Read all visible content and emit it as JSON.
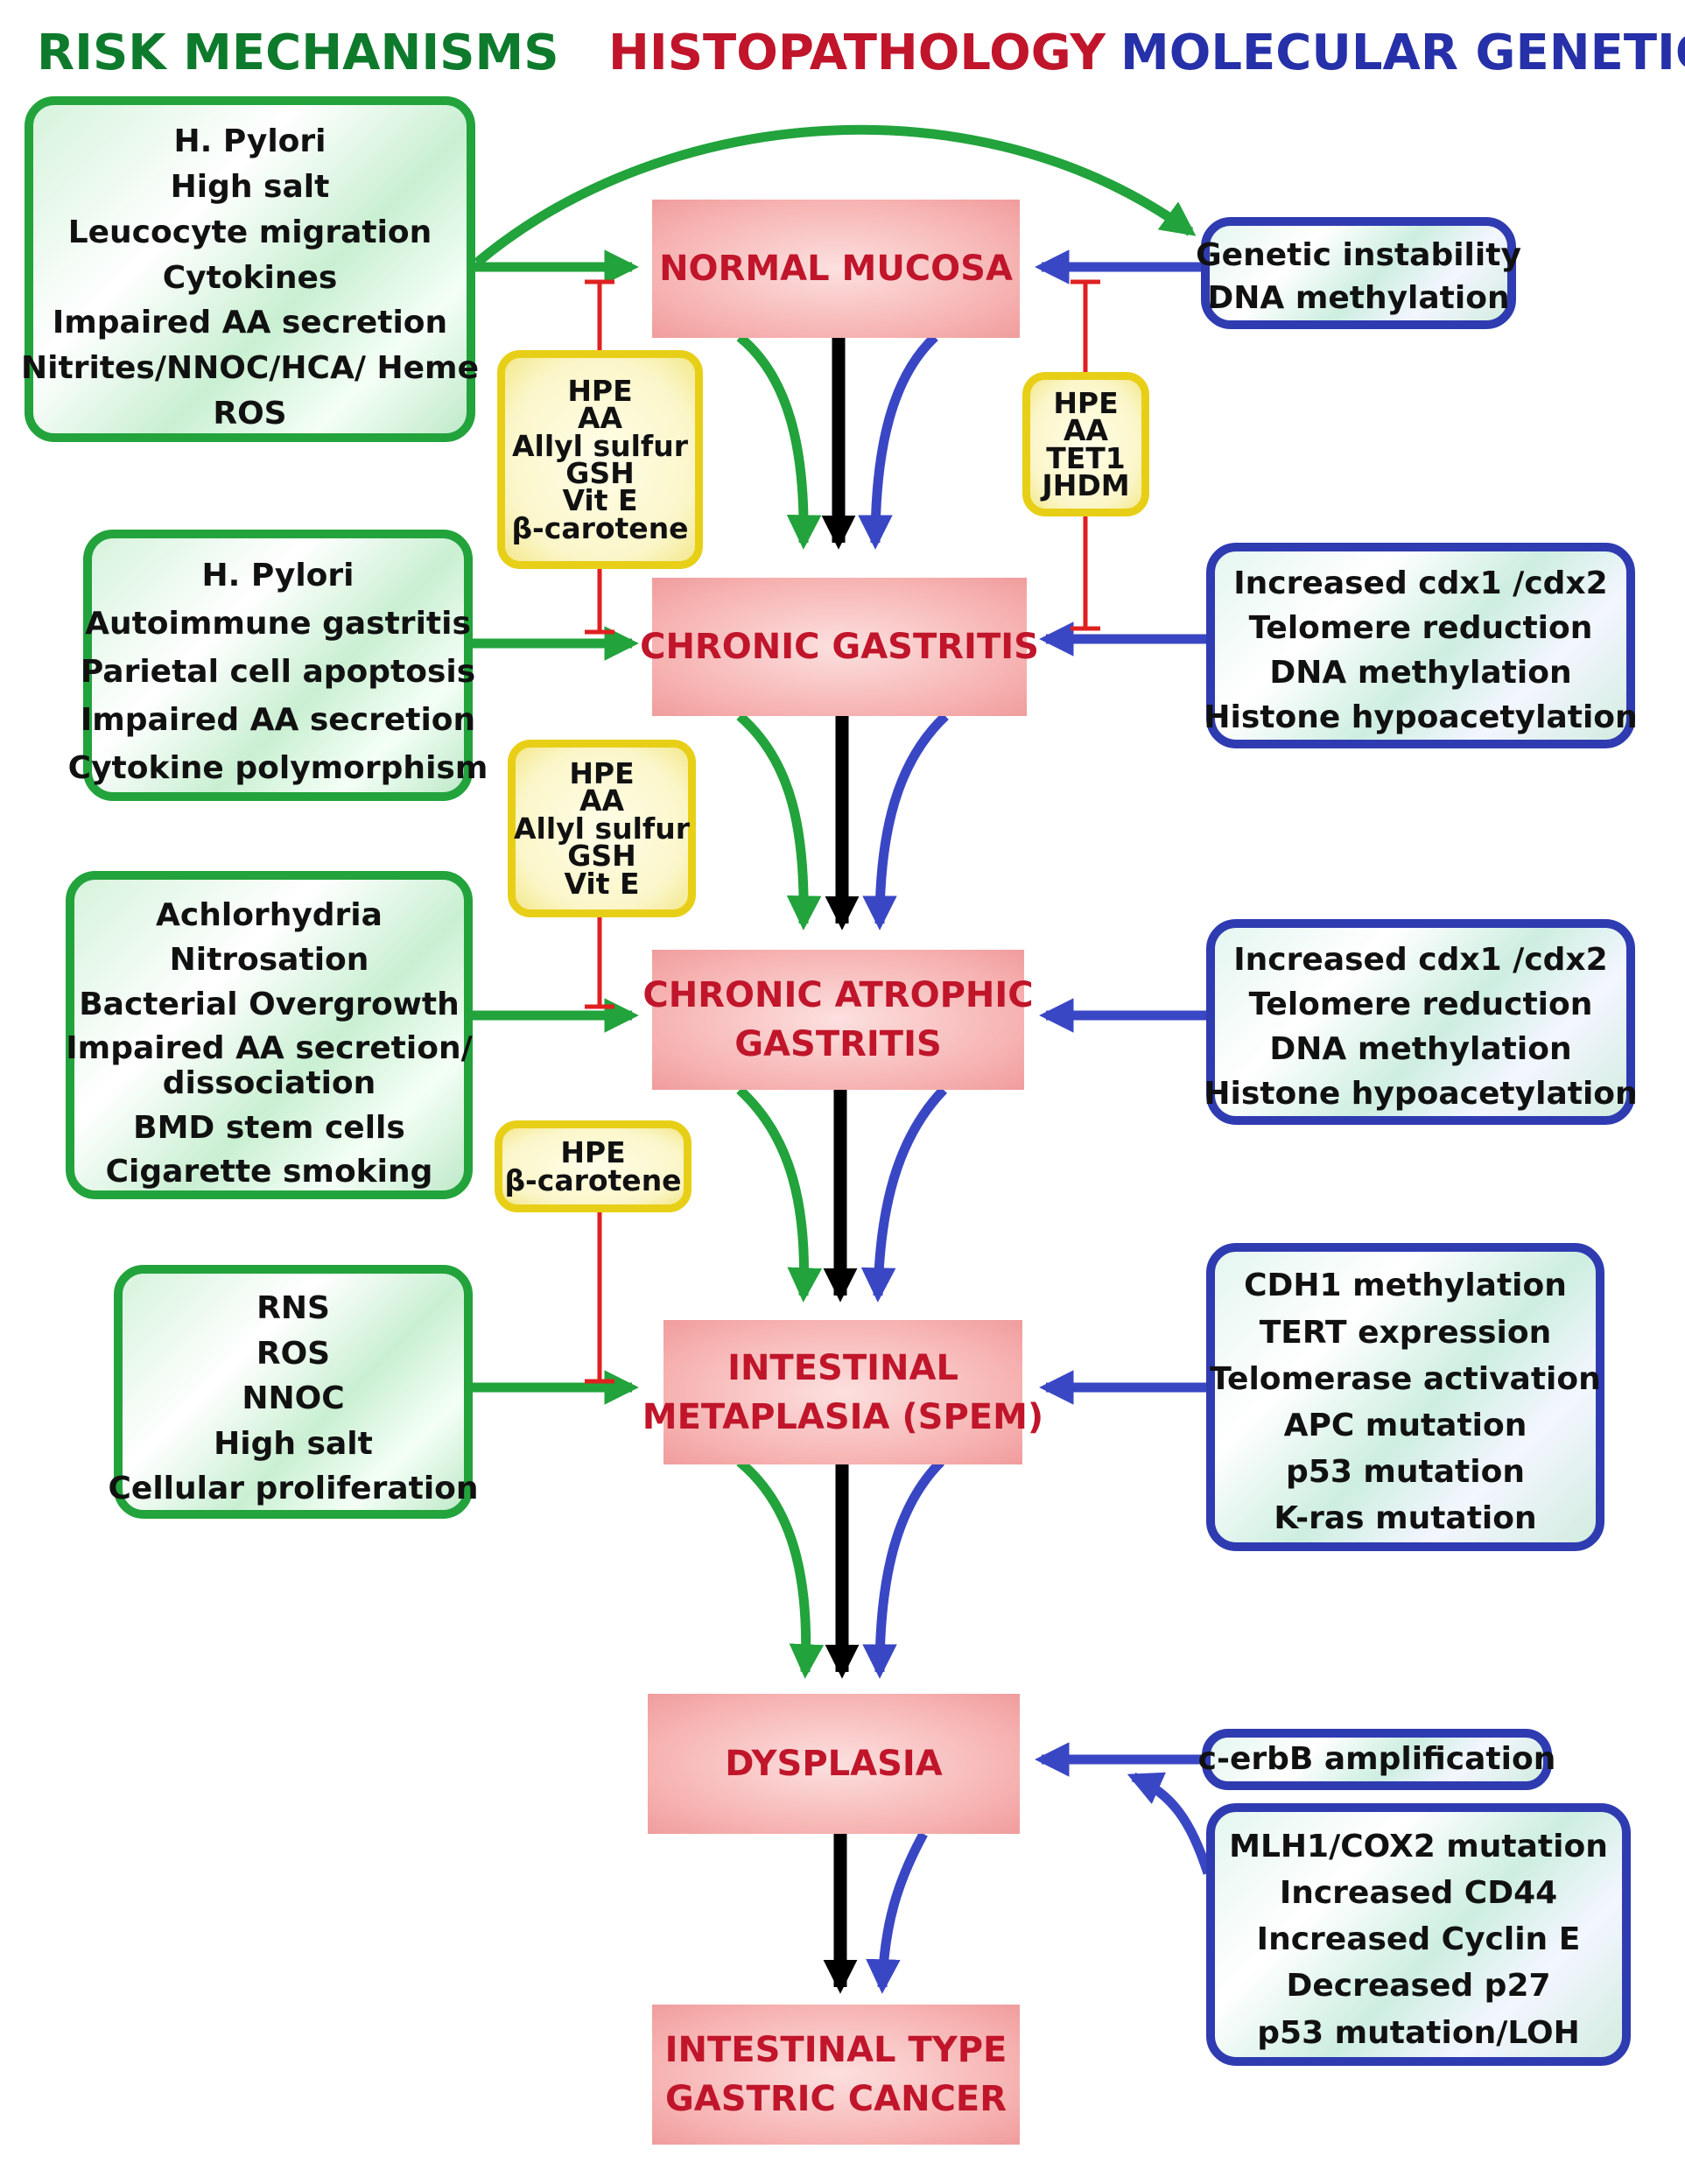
{
  "headers": {
    "risk": "RISK MECHANISMS",
    "histo": "HISTOPATHOLOGY",
    "molecular": "MOLECULAR GENETICS"
  },
  "colors": {
    "risk": "#0e7a2c",
    "histo": "#c0152a",
    "molecular": "#2630a8",
    "inhibitor_line": "#e02020"
  },
  "stages": [
    {
      "lines": [
        "NORMAL MUCOSA"
      ]
    },
    {
      "lines": [
        "CHRONIC GASTRITIS"
      ]
    },
    {
      "lines": [
        "CHRONIC ATROPHIC",
        "GASTRITIS"
      ]
    },
    {
      "lines": [
        "INTESTINAL",
        "METAPLASIA (SPEM)"
      ]
    },
    {
      "lines": [
        "DYSPLASIA"
      ]
    },
    {
      "lines": [
        "INTESTINAL TYPE",
        "GASTRIC CANCER"
      ]
    }
  ],
  "risk_boxes": [
    {
      "items": [
        "H. Pylori",
        "High salt",
        "Leucocyte migration",
        "Cytokines",
        "Impaired AA secretion",
        "Nitrites/NNOC/HCA/ Heme",
        "ROS"
      ]
    },
    {
      "items": [
        "H. Pylori",
        "Autoimmune gastritis",
        "Parietal cell apoptosis",
        "Impaired AA secretion",
        "Cytokine polymorphism"
      ]
    },
    {
      "items": [
        "Achlorhydria",
        "Nitrosation",
        "Bacterial Overgrowth",
        "Impaired AA secretion/",
        "dissociation",
        "BMD stem cells",
        "Cigarette smoking"
      ]
    },
    {
      "items": [
        "RNS",
        "ROS",
        "NNOC",
        "High salt",
        "Cellular proliferation"
      ]
    }
  ],
  "molecular_boxes": [
    {
      "items": [
        "Genetic instability",
        "DNA methylation"
      ]
    },
    {
      "items": [
        "Increased cdx1 /cdx2",
        "Telomere reduction",
        "DNA methylation",
        "Histone hypoacetylation"
      ]
    },
    {
      "items": [
        "Increased cdx1 /cdx2",
        "Telomere reduction",
        "DNA methylation",
        "Histone hypoacetylation"
      ]
    },
    {
      "items": [
        "CDH1 methylation",
        "TERT expression",
        "Telomerase activation",
        "APC mutation",
        "p53 mutation",
        "K-ras mutation"
      ]
    },
    {
      "items": [
        "c-erbB amplification"
      ]
    },
    {
      "items": [
        "MLH1/COX2 mutation",
        "Increased CD44",
        "Increased Cyclin E",
        "Decreased p27",
        "p53 mutation/LOH"
      ]
    }
  ],
  "inhibitor_boxes": [
    {
      "items": [
        "HPE",
        "AA",
        "Allyl sulfur",
        "GSH",
        "Vit E",
        "β-carotene"
      ]
    },
    {
      "items": [
        "HPE",
        "AA",
        "TET1",
        "JHDM"
      ]
    },
    {
      "items": [
        "HPE",
        "AA",
        "Allyl sulfur",
        "GSH",
        "Vit E"
      ]
    },
    {
      "items": [
        "HPE",
        "β-carotene"
      ]
    }
  ]
}
